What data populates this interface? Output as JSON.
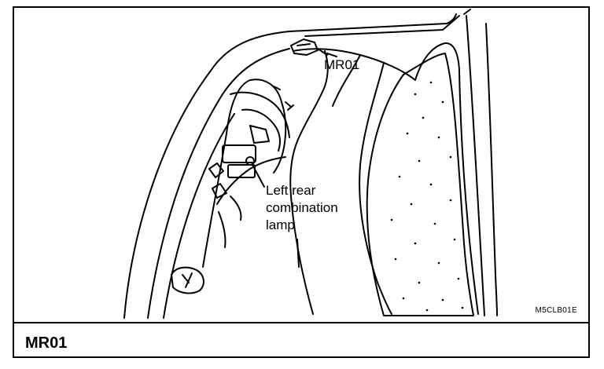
{
  "diagram": {
    "connector_label": "MR01",
    "component_label_lines": [
      "Left rear",
      "combination",
      "lamp"
    ],
    "figure_code": "M5CLB01E"
  },
  "section": {
    "title": "MR01"
  },
  "colors": {
    "ink": "#000000",
    "paper": "#ffffff"
  }
}
